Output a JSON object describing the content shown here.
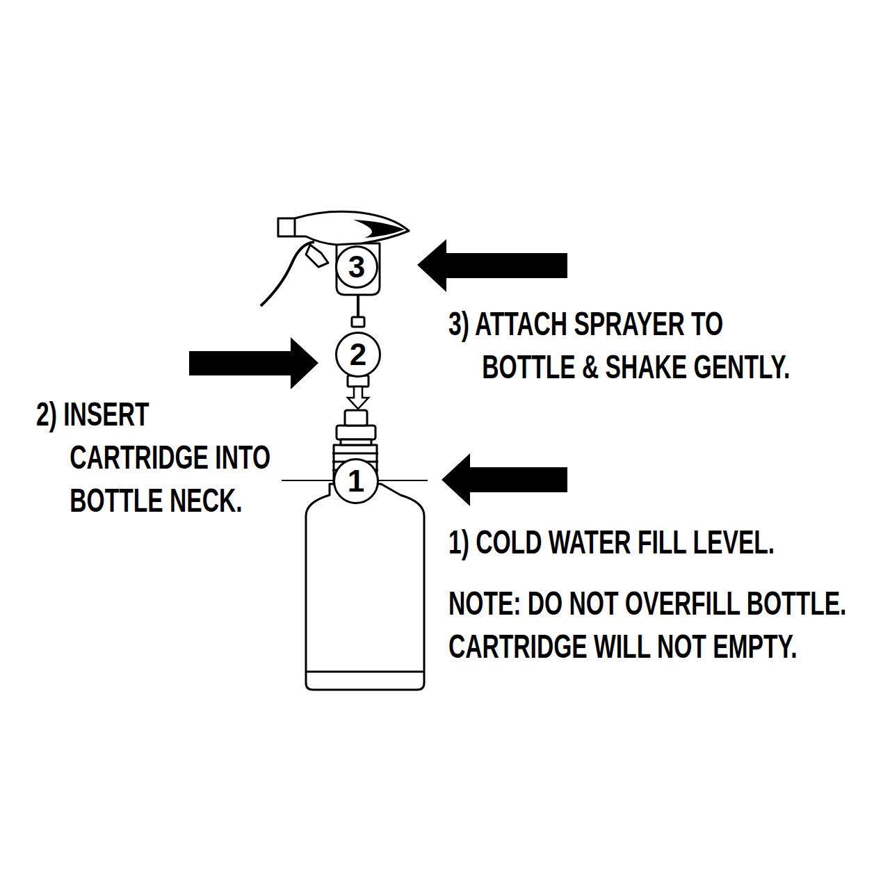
{
  "diagram": {
    "nodes": [
      {
        "text": [
          "3"
        ]
      },
      {
        "text": [
          "2"
        ]
      },
      {
        "text": [
          "1"
        ]
      }
    ],
    "labels": [
      "3) ATTACH SPRAYER TO BOTTLE & SHAKE GENTLY.",
      "2) INSERT CARTRIDGE INTO BOTTLE NECK.",
      "1) COLD WATER FILL LEVEL.",
      "NOTE: DO NOT OVERFILL BOTTLE. CARTRIDGE WILL NOT EMPTY."
    ]
  }
}
